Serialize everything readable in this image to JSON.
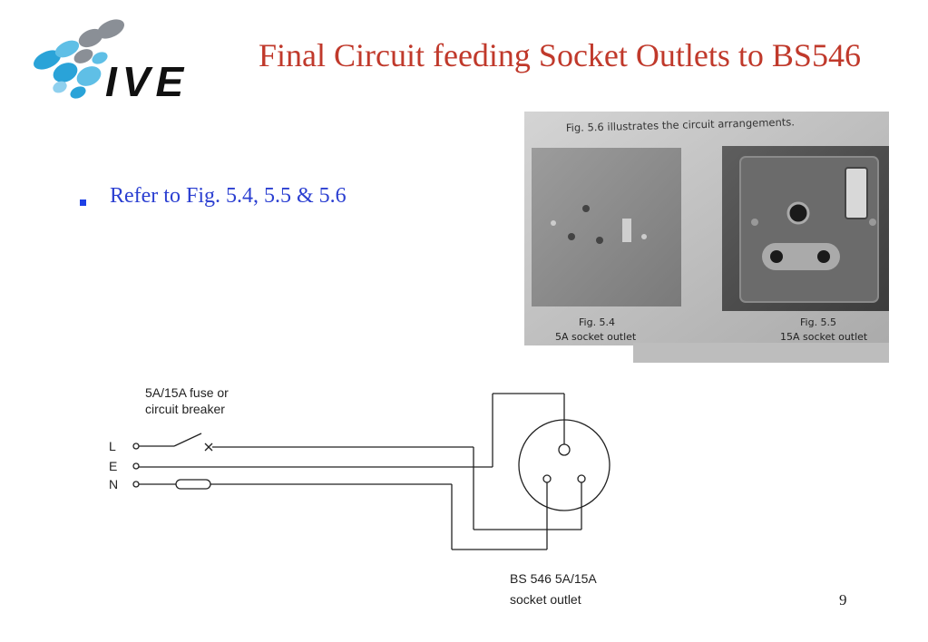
{
  "logo": {
    "text": "IVE"
  },
  "title": "Final Circuit feeding Socket Outlets to BS546",
  "bullets": [
    {
      "text": "Refer to Fig. 5.4, 5.5 & 5.6"
    }
  ],
  "photo": {
    "caption_top": "Fig. 5.6 illustrates the circuit arrangements.",
    "left_caption_1": "Fig. 5.4",
    "left_caption_2": "5A socket outlet",
    "right_caption_1": "Fig. 5.5",
    "right_caption_2": "15A socket outlet"
  },
  "diagram": {
    "device_label_1": "5A/15A fuse or",
    "device_label_2": "circuit breaker",
    "terminal_L": "L",
    "terminal_E": "E",
    "terminal_N": "N",
    "outlet_label_1": "BS 546 5A/15A",
    "outlet_label_2": "socket outlet"
  },
  "page_number": "9"
}
